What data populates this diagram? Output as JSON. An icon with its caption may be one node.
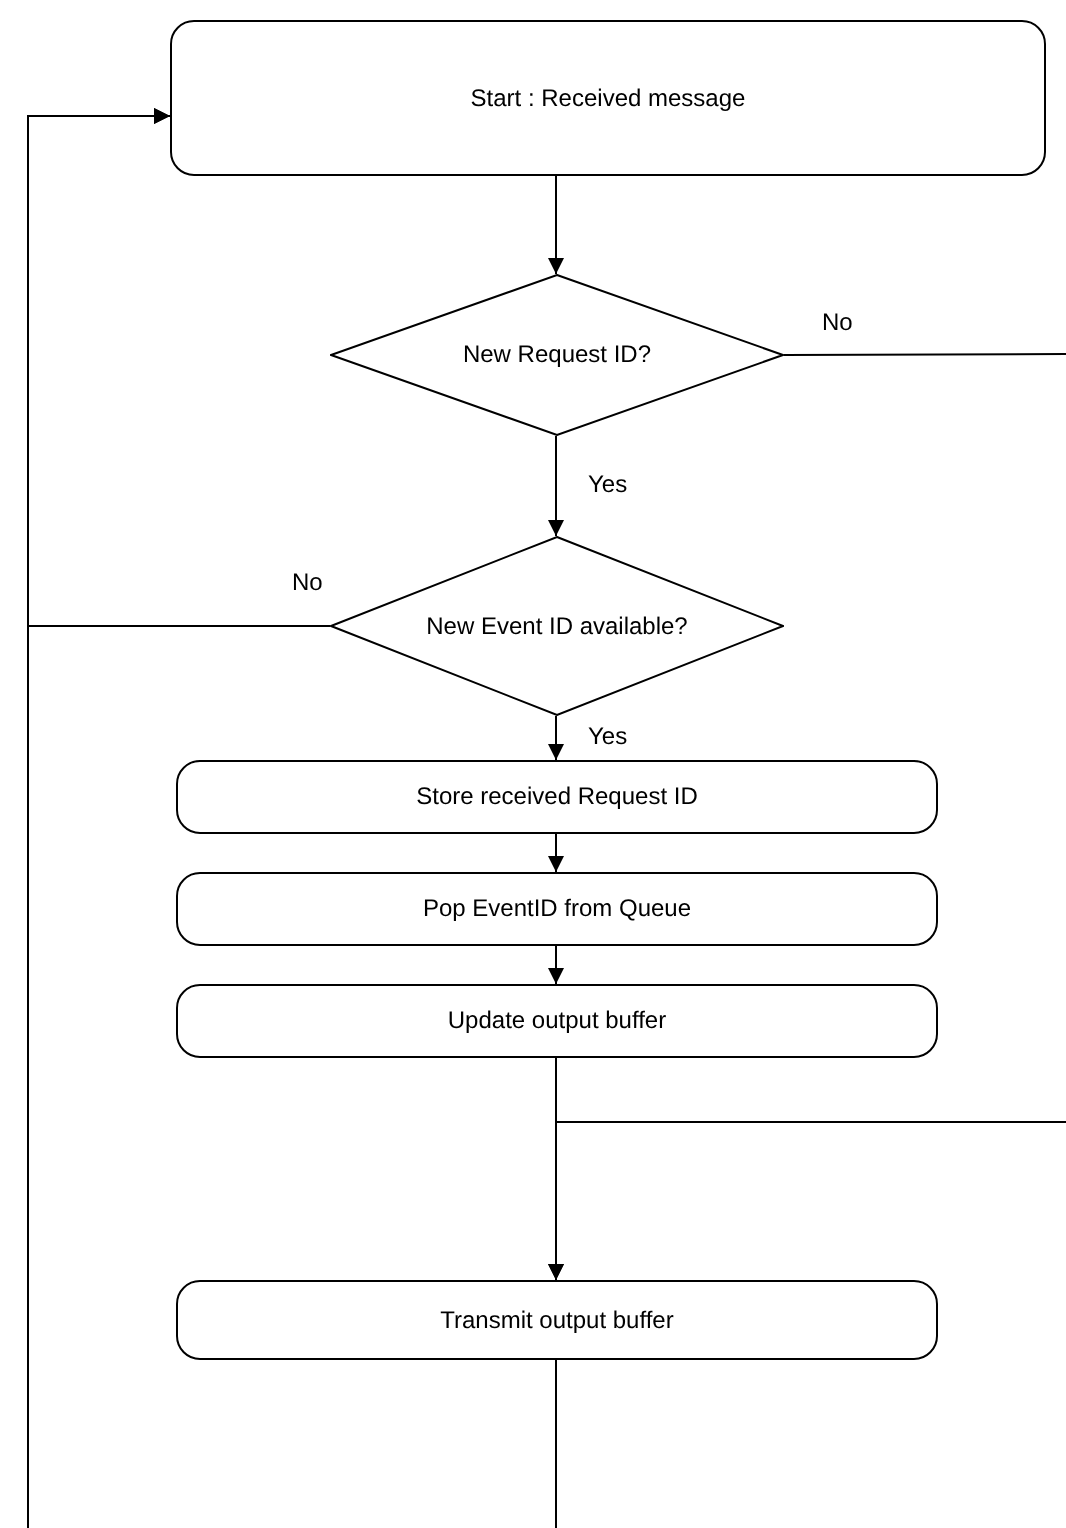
{
  "diagram": {
    "nodes": [
      {
        "text": [
          "Start : Received message"
        ]
      },
      {
        "text": [
          "New Request ID?"
        ]
      },
      {
        "text": [
          "New Event ID available?"
        ]
      },
      {
        "text": [
          "Store received Request ID"
        ]
      },
      {
        "text": [
          "Pop EventID from Queue"
        ]
      },
      {
        "text": [
          "Update output buffer"
        ]
      },
      {
        "text": [
          "Transmit output buffer"
        ]
      }
    ],
    "edges": [
      {
        "from": 0,
        "to": 1,
        "arrow": "to"
      },
      {
        "from": 1,
        "to": null,
        "arrow": "none",
        "label": "No"
      },
      {
        "from": 1,
        "to": 2,
        "arrow": "to",
        "label": "Yes"
      },
      {
        "from": 2,
        "to": 0,
        "arrow": "to",
        "label": "No"
      },
      {
        "from": 2,
        "to": 3,
        "arrow": "to",
        "label": "Yes"
      },
      {
        "from": 3,
        "to": 4,
        "arrow": "to"
      },
      {
        "from": 4,
        "to": 5,
        "arrow": "to"
      },
      {
        "from": 5,
        "to": 6,
        "arrow": "to"
      },
      {
        "from": null,
        "to": 6,
        "arrow": "to"
      },
      {
        "from": 6,
        "to": null,
        "arrow": "none"
      },
      {
        "from": null,
        "to": 0,
        "arrow": "to"
      }
    ]
  }
}
